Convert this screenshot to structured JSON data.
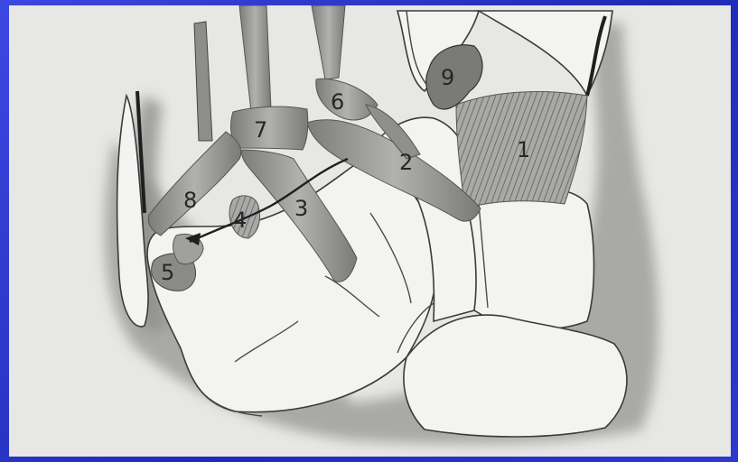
{
  "diagram": {
    "labels": [
      {
        "id": "1",
        "text": "1"
      },
      {
        "id": "2",
        "text": "2"
      },
      {
        "id": "3",
        "text": "3"
      },
      {
        "id": "4",
        "text": "4"
      },
      {
        "id": "5",
        "text": "5"
      },
      {
        "id": "6",
        "text": "6"
      },
      {
        "id": "7",
        "text": "7"
      },
      {
        "id": "8",
        "text": "8"
      },
      {
        "id": "9",
        "text": "9"
      }
    ]
  },
  "colors": {
    "frame": "#2a36c8",
    "paper": "#e7e7e5",
    "bone": "#f3f3f1",
    "shadow": "#9a9a98",
    "ligament": "#8a8a88",
    "ink": "#262626"
  }
}
